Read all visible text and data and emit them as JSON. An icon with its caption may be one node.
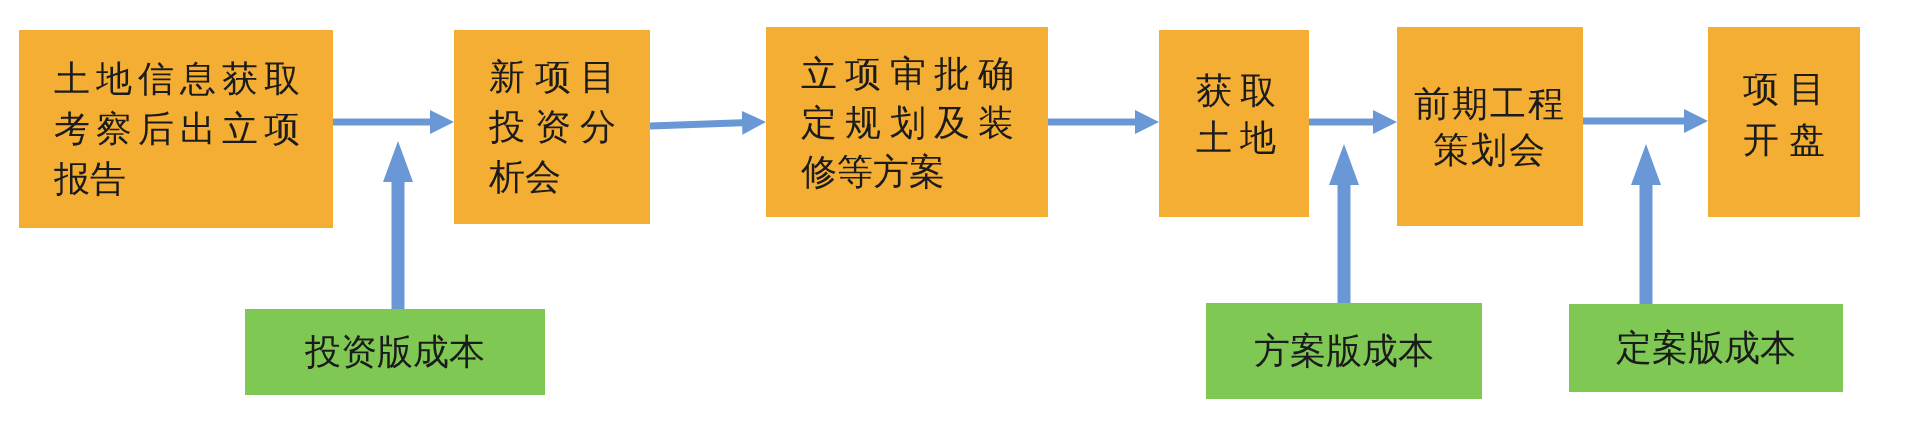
{
  "diagram": {
    "nodes": [
      {
        "text": [
          "土地信息获取考察后出立项报告"
        ]
      },
      {
        "text": [
          "新项目投资分析会"
        ]
      },
      {
        "text": [
          "立项审批确定规划及装修等方案"
        ]
      },
      {
        "text": [
          "获取土地"
        ]
      },
      {
        "text": [
          "前期工程策划会"
        ]
      },
      {
        "text": [
          "项目开盘"
        ]
      },
      {
        "text": [
          "投资版成本"
        ]
      },
      {
        "text": [
          "方案版成本"
        ]
      },
      {
        "text": [
          "定案版成本"
        ]
      }
    ],
    "edges": [
      {
        "from": 0,
        "to": 1,
        "arrow": "to"
      },
      {
        "from": 1,
        "to": 2,
        "arrow": "to"
      },
      {
        "from": 2,
        "to": 3,
        "arrow": "to"
      },
      {
        "from": 3,
        "to": 4,
        "arrow": "to"
      },
      {
        "from": 4,
        "to": 5,
        "arrow": "to"
      },
      {
        "from": 6,
        "to": 1,
        "arrow": "to",
        "style": "thick"
      },
      {
        "from": 7,
        "to": 3,
        "arrow": "to",
        "style": "thick"
      },
      {
        "from": 8,
        "to": 5,
        "arrow": "to",
        "style": "thick"
      }
    ]
  }
}
